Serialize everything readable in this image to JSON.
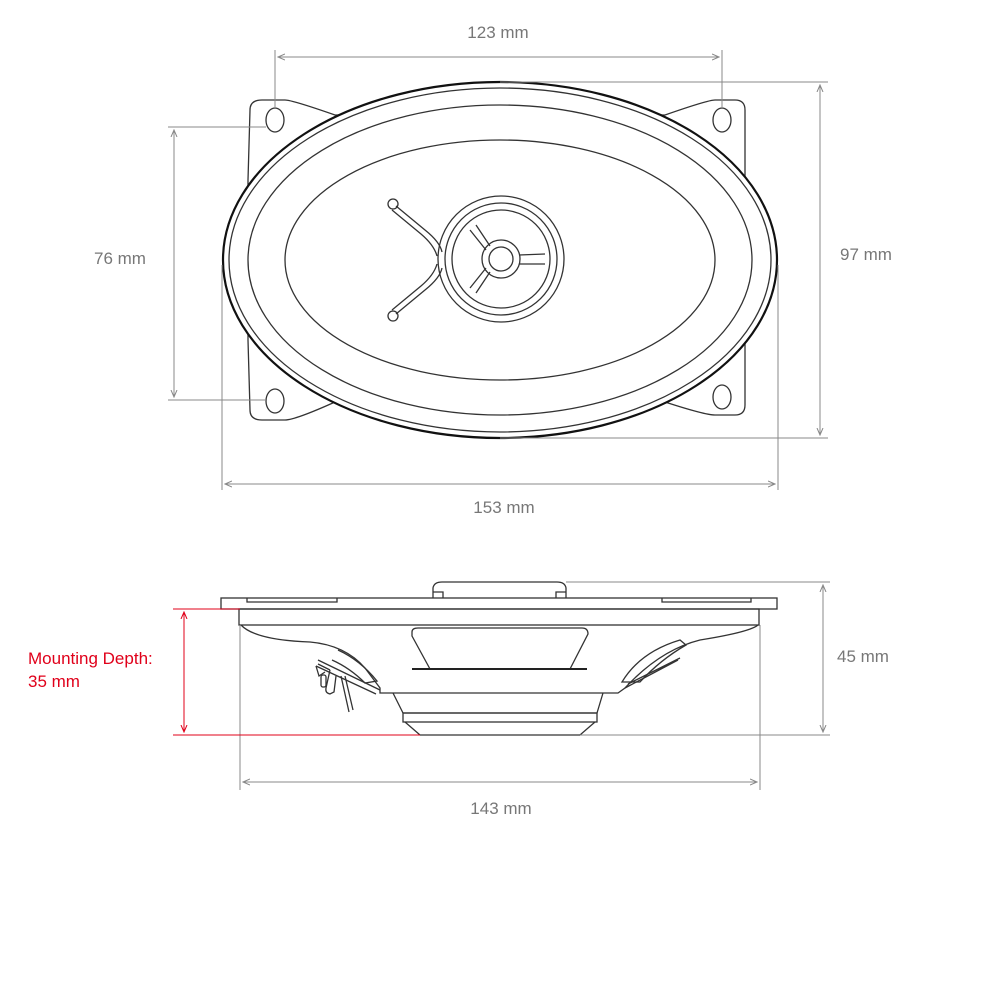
{
  "front_view": {
    "mounting_hole_spacing": "123 mm",
    "cutout_height": "76 mm",
    "overall_height": "97 mm",
    "overall_width": "153 mm"
  },
  "side_view": {
    "mounting_depth_label": "Mounting Depth:",
    "mounting_depth_value": "35 mm",
    "overall_depth": "45 mm",
    "basket_width": "143 mm"
  },
  "colors": {
    "dimension_lines": "#888888",
    "drawing_lines": "#333333",
    "mounting_depth_highlight": "#e0001a"
  }
}
